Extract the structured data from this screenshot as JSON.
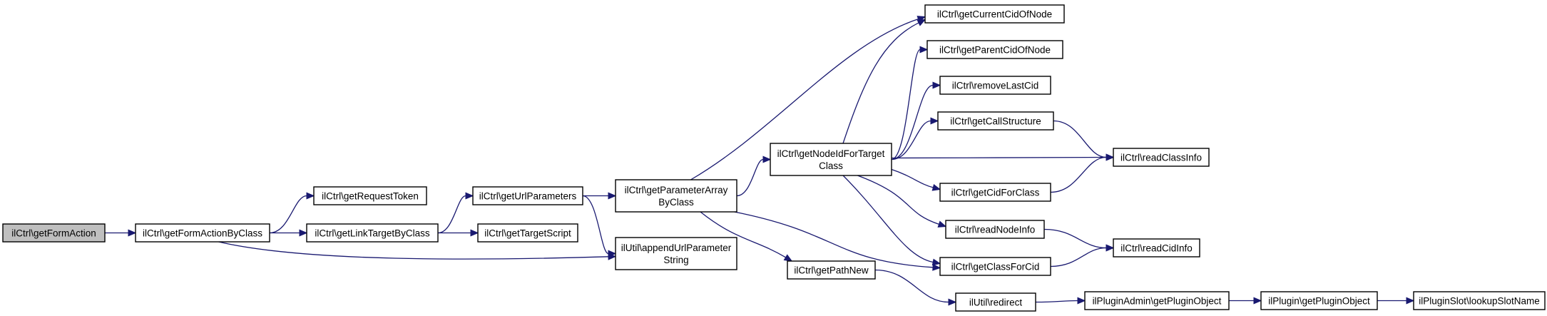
{
  "nodes": [
    {
      "id": "getFormAction",
      "lines": [
        "ilCtrl\\getFormAction"
      ],
      "root": true
    },
    {
      "id": "getFormActionByClass",
      "lines": [
        "ilCtrl\\getFormActionByClass"
      ]
    },
    {
      "id": "getRequestToken",
      "lines": [
        "ilCtrl\\getRequestToken"
      ]
    },
    {
      "id": "getLinkTargetByClass",
      "lines": [
        "ilCtrl\\getLinkTargetByClass"
      ]
    },
    {
      "id": "appendUrlParameterString",
      "lines": [
        "ilUtil\\appendUrlParameter",
        "String"
      ]
    },
    {
      "id": "getUrlParameters",
      "lines": [
        "ilCtrl\\getUrlParameters"
      ]
    },
    {
      "id": "getTargetScript",
      "lines": [
        "ilCtrl\\getTargetScript"
      ]
    },
    {
      "id": "getParameterArrayByClass",
      "lines": [
        "ilCtrl\\getParameterArray",
        "ByClass"
      ]
    },
    {
      "id": "getNodeIdForTargetClass",
      "lines": [
        "ilCtrl\\getNodeIdForTarget",
        "Class"
      ]
    },
    {
      "id": "getPathNew",
      "lines": [
        "ilCtrl\\getPathNew"
      ]
    },
    {
      "id": "getClassForCid",
      "lines": [
        "ilCtrl\\getClassForCid"
      ]
    },
    {
      "id": "getCurrentCidOfNode",
      "lines": [
        "ilCtrl\\getCurrentCidOfNode"
      ]
    },
    {
      "id": "getParentCidOfNode",
      "lines": [
        "ilCtrl\\getParentCidOfNode"
      ]
    },
    {
      "id": "removeLastCid",
      "lines": [
        "ilCtrl\\removeLastCid"
      ]
    },
    {
      "id": "getCallStructure",
      "lines": [
        "ilCtrl\\getCallStructure"
      ]
    },
    {
      "id": "getCidForClass",
      "lines": [
        "ilCtrl\\getCidForClass"
      ]
    },
    {
      "id": "readNodeInfo",
      "lines": [
        "ilCtrl\\readNodeInfo"
      ]
    },
    {
      "id": "readClassInfo",
      "lines": [
        "ilCtrl\\readClassInfo"
      ]
    },
    {
      "id": "readCidInfo",
      "lines": [
        "ilCtrl\\readCidInfo"
      ]
    },
    {
      "id": "redirect",
      "lines": [
        "ilUtil\\redirect"
      ]
    },
    {
      "id": "getPluginObjectAdmin",
      "lines": [
        "ilPluginAdmin\\getPluginObject"
      ]
    },
    {
      "id": "getPluginObject",
      "lines": [
        "ilPlugin\\getPluginObject"
      ]
    },
    {
      "id": "lookupSlotName",
      "lines": [
        "ilPluginSlot\\lookupSlotName"
      ]
    }
  ],
  "edges": [
    {
      "from": "getFormAction",
      "to": "getFormActionByClass"
    },
    {
      "from": "getFormActionByClass",
      "to": "getRequestToken"
    },
    {
      "from": "getFormActionByClass",
      "to": "getLinkTargetByClass"
    },
    {
      "from": "getFormActionByClass",
      "to": "appendUrlParameterString"
    },
    {
      "from": "getLinkTargetByClass",
      "to": "getUrlParameters"
    },
    {
      "from": "getLinkTargetByClass",
      "to": "getTargetScript"
    },
    {
      "from": "getUrlParameters",
      "to": "getParameterArrayByClass"
    },
    {
      "from": "getUrlParameters",
      "to": "appendUrlParameterString"
    },
    {
      "from": "getParameterArrayByClass",
      "to": "getCurrentCidOfNode"
    },
    {
      "from": "getParameterArrayByClass",
      "to": "getNodeIdForTargetClass"
    },
    {
      "from": "getParameterArrayByClass",
      "to": "getPathNew"
    },
    {
      "from": "getParameterArrayByClass",
      "to": "getClassForCid"
    },
    {
      "from": "getNodeIdForTargetClass",
      "to": "getCurrentCidOfNode"
    },
    {
      "from": "getNodeIdForTargetClass",
      "to": "getParentCidOfNode"
    },
    {
      "from": "getNodeIdForTargetClass",
      "to": "removeLastCid"
    },
    {
      "from": "getNodeIdForTargetClass",
      "to": "getCallStructure"
    },
    {
      "from": "getNodeIdForTargetClass",
      "to": "readClassInfo"
    },
    {
      "from": "getNodeIdForTargetClass",
      "to": "getCidForClass"
    },
    {
      "from": "getNodeIdForTargetClass",
      "to": "readNodeInfo"
    },
    {
      "from": "getNodeIdForTargetClass",
      "to": "getClassForCid"
    },
    {
      "from": "getCallStructure",
      "to": "readClassInfo"
    },
    {
      "from": "getCidForClass",
      "to": "readClassInfo"
    },
    {
      "from": "readNodeInfo",
      "to": "readCidInfo"
    },
    {
      "from": "getClassForCid",
      "to": "readCidInfo"
    },
    {
      "from": "getPathNew",
      "to": "redirect"
    },
    {
      "from": "redirect",
      "to": "getPluginObjectAdmin"
    },
    {
      "from": "getPluginObjectAdmin",
      "to": "getPluginObject"
    },
    {
      "from": "getPluginObject",
      "to": "lookupSlotName"
    }
  ]
}
